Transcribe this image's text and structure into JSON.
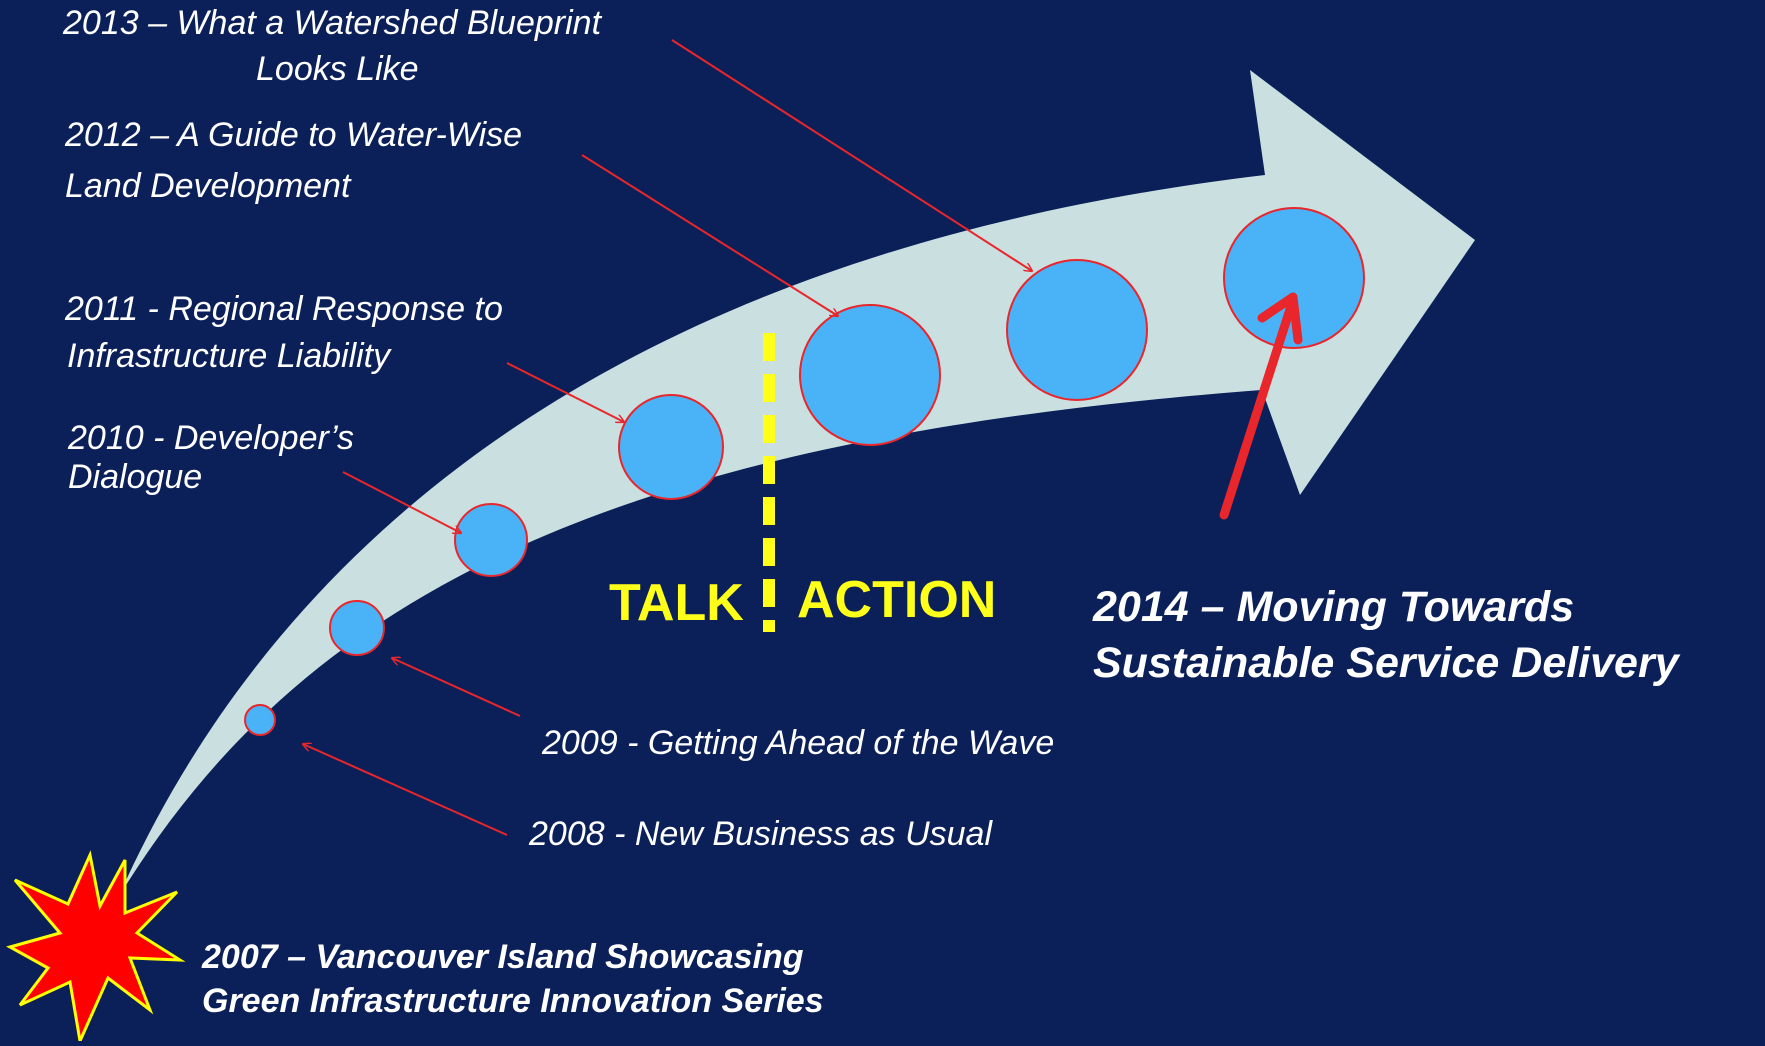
{
  "labels": {
    "y2013_line1": "2013 – What a  Watershed Blueprint",
    "y2013_line2": "Looks Like",
    "y2012_line1": "2012 – A Guide to Water-Wise",
    "y2012_line2": "Land Development",
    "y2011_line1": "2011 - Regional Response to",
    "y2011_line2": "Infrastructure Liability",
    "y2010_line1": "2010 - Developer’s",
    "y2010_line2": "Dialogue",
    "y2009": "2009 - Getting Ahead of the Wave",
    "y2008": "2008 - New Business as Usual",
    "y2007_line1": "2007 – Vancouver Island Showcasing",
    "y2007_line2": "Green Infrastructure Innovation Series",
    "y2014_line1": "2014 –  Moving Towards",
    "y2014_line2": "Sustainable Service Delivery",
    "talk": "TALK",
    "action": "ACTION"
  },
  "colors": {
    "background": "#0b2058",
    "arrow_fill": "#c9dfe0",
    "circle_fill": "#4ab3f7",
    "circle_stroke": "#e8262b",
    "pointer": "#e8262b",
    "divider": "#ffff1a",
    "burst_fill": "#ff0000",
    "burst_stroke": "#ffff00",
    "label_text": "#ffffff",
    "talk_action_text": "#ffff1a"
  }
}
